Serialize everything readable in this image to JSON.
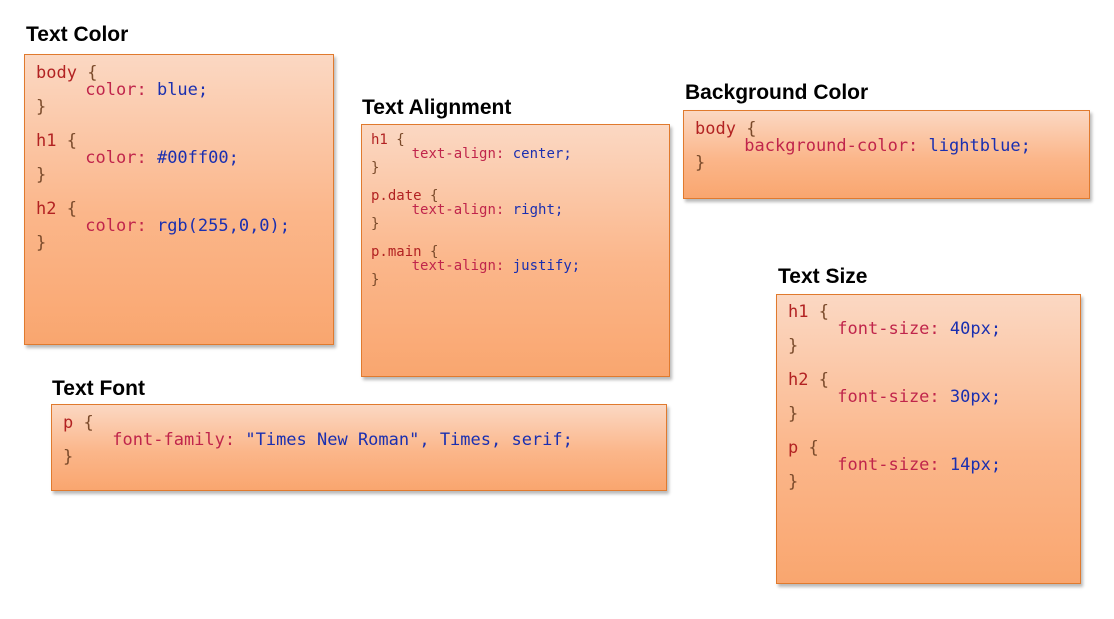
{
  "panels": {
    "text_color": {
      "title": "Text Color",
      "code": [
        {
          "sel": "body",
          "open": " {"
        },
        {
          "prop": "color:",
          "val": " blue;"
        },
        {
          "close": "}"
        },
        {
          "blank": ""
        },
        {
          "sel": "h1",
          "open": " {"
        },
        {
          "prop": "color:",
          "val": " #00ff00;"
        },
        {
          "close": "}"
        },
        {
          "blank": ""
        },
        {
          "sel": "h2",
          "open": " {"
        },
        {
          "prop": "color:",
          "val": " rgb(255,0,0);"
        },
        {
          "close": "}"
        }
      ]
    },
    "text_alignment": {
      "title": "Text Alignment",
      "code": [
        {
          "sel": "h1",
          "open": " {"
        },
        {
          "prop": "text-align:",
          "val": " center;"
        },
        {
          "close": "}"
        },
        {
          "blank": ""
        },
        {
          "sel": "p.date",
          "open": " {"
        },
        {
          "prop": "text-align:",
          "val": " right;"
        },
        {
          "close": "}"
        },
        {
          "blank": ""
        },
        {
          "sel": "p.main",
          "open": " {"
        },
        {
          "prop": "text-align:",
          "val": " justify;"
        },
        {
          "close": "}"
        }
      ]
    },
    "background_color": {
      "title": "Background Color",
      "code": [
        {
          "sel": "body",
          "open": " {"
        },
        {
          "prop": "background-color:",
          "val": " lightblue;"
        },
        {
          "close": "}"
        }
      ]
    },
    "text_size": {
      "title": "Text Size",
      "code": [
        {
          "sel": "h1",
          "open": " {"
        },
        {
          "prop": "font-size:",
          "val": " 40px;"
        },
        {
          "close": "}"
        },
        {
          "blank": ""
        },
        {
          "sel": "h2",
          "open": " {"
        },
        {
          "prop": "font-size:",
          "val": " 30px;"
        },
        {
          "close": "}"
        },
        {
          "blank": ""
        },
        {
          "sel": "p",
          "open": " {"
        },
        {
          "prop": "font-size:",
          "val": " 14px;"
        },
        {
          "close": "}"
        }
      ]
    },
    "text_font": {
      "title": "Text Font",
      "code": [
        {
          "sel": "p",
          "open": " {"
        },
        {
          "prop": "font-family:",
          "val": " \"Times New Roman\", Times, serif;"
        },
        {
          "close": "}"
        }
      ]
    }
  },
  "colors": {
    "box_top": "#fbd8c3",
    "box_bottom": "#f9a66f",
    "box_border": "#e07a2e",
    "selector": "#b22222",
    "property": "#c0254b",
    "value": "#1a2fb0"
  }
}
